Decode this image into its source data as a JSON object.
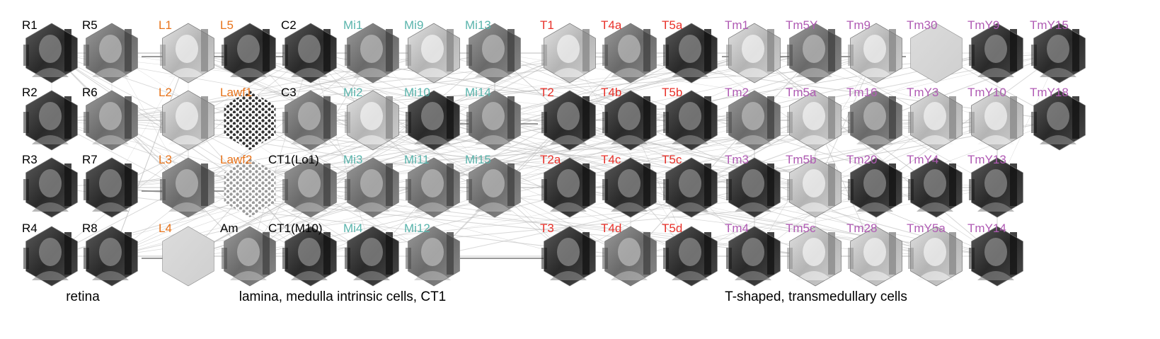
{
  "colors": {
    "retina": "#000000",
    "lamina": "#e8731a",
    "medulla_intrinsic": "#5ab4ac",
    "t_shaped": "#e8312a",
    "transmedullary": "#b05bb4",
    "other": "#000000",
    "edge": "#b8b8b8"
  },
  "groups": {
    "retina": "retina",
    "lamina_medulla": "lamina, medulla intrinsic cells, CT1",
    "t_transmedullary": "T-shaped, transmedullary cells"
  },
  "cells": [
    {
      "name": "R1",
      "cls": "retina",
      "tone": "dark",
      "col": 0,
      "row": 0
    },
    {
      "name": "R2",
      "cls": "retina",
      "tone": "dark",
      "col": 0,
      "row": 1
    },
    {
      "name": "R3",
      "cls": "retina",
      "tone": "dark",
      "col": 0,
      "row": 2
    },
    {
      "name": "R4",
      "cls": "retina",
      "tone": "dark",
      "col": 0,
      "row": 3
    },
    {
      "name": "R5",
      "cls": "retina",
      "tone": "mid",
      "col": 1,
      "row": 0
    },
    {
      "name": "R6",
      "cls": "retina",
      "tone": "mid",
      "col": 1,
      "row": 1
    },
    {
      "name": "R7",
      "cls": "retina",
      "tone": "dark",
      "col": 1,
      "row": 2
    },
    {
      "name": "R8",
      "cls": "retina",
      "tone": "dark",
      "col": 1,
      "row": 3
    },
    {
      "name": "L1",
      "cls": "lamina",
      "tone": "light",
      "col": 2,
      "row": 0
    },
    {
      "name": "L2",
      "cls": "lamina",
      "tone": "light",
      "col": 2,
      "row": 1
    },
    {
      "name": "L3",
      "cls": "lamina",
      "tone": "mid",
      "col": 2,
      "row": 2
    },
    {
      "name": "L4",
      "cls": "lamina",
      "tone": "blank",
      "col": 2,
      "row": 3
    },
    {
      "name": "L5",
      "cls": "lamina",
      "tone": "dark",
      "col": 3,
      "row": 0
    },
    {
      "name": "Lawf1",
      "cls": "lamina",
      "tone": "dots",
      "col": 3,
      "row": 1
    },
    {
      "name": "Lawf2",
      "cls": "lamina",
      "tone": "dots",
      "col": 3,
      "row": 2
    },
    {
      "name": "Am",
      "cls": "other",
      "tone": "mid",
      "col": 3,
      "row": 3
    },
    {
      "name": "C2",
      "cls": "other",
      "tone": "dark",
      "col": 4,
      "row": 0
    },
    {
      "name": "C3",
      "cls": "other",
      "tone": "mid",
      "col": 4,
      "row": 1
    },
    {
      "name": "CT1(Lo1)",
      "cls": "other",
      "tone": "mid",
      "col": 4,
      "row": 2
    },
    {
      "name": "CT1(M10)",
      "cls": "other",
      "tone": "dark",
      "col": 4,
      "row": 3
    },
    {
      "name": "Mi1",
      "cls": "medulla_intrinsic",
      "tone": "mid",
      "col": 5,
      "row": 0
    },
    {
      "name": "Mi2",
      "cls": "medulla_intrinsic",
      "tone": "light",
      "col": 5,
      "row": 1
    },
    {
      "name": "Mi3",
      "cls": "medulla_intrinsic",
      "tone": "mid",
      "col": 5,
      "row": 2
    },
    {
      "name": "Mi4",
      "cls": "medulla_intrinsic",
      "tone": "dark",
      "col": 5,
      "row": 3
    },
    {
      "name": "Mi9",
      "cls": "medulla_intrinsic",
      "tone": "light",
      "col": 6,
      "row": 0
    },
    {
      "name": "Mi10",
      "cls": "medulla_intrinsic",
      "tone": "dark",
      "col": 6,
      "row": 1
    },
    {
      "name": "Mi11",
      "cls": "medulla_intrinsic",
      "tone": "mid",
      "col": 6,
      "row": 2
    },
    {
      "name": "Mi12",
      "cls": "medulla_intrinsic",
      "tone": "mid",
      "col": 6,
      "row": 3
    },
    {
      "name": "Mi13",
      "cls": "medulla_intrinsic",
      "tone": "mid",
      "col": 7,
      "row": 0
    },
    {
      "name": "Mi14",
      "cls": "medulla_intrinsic",
      "tone": "mid",
      "col": 7,
      "row": 1
    },
    {
      "name": "Mi15",
      "cls": "medulla_intrinsic",
      "tone": "mid",
      "col": 7,
      "row": 2
    },
    {
      "name": "T1",
      "cls": "t_shaped",
      "tone": "light",
      "col": 8,
      "row": 0
    },
    {
      "name": "T2",
      "cls": "t_shaped",
      "tone": "dark",
      "col": 8,
      "row": 1
    },
    {
      "name": "T2a",
      "cls": "t_shaped",
      "tone": "dark",
      "col": 8,
      "row": 2
    },
    {
      "name": "T3",
      "cls": "t_shaped",
      "tone": "dark",
      "col": 8,
      "row": 3
    },
    {
      "name": "T4a",
      "cls": "t_shaped",
      "tone": "mid",
      "col": 9,
      "row": 0
    },
    {
      "name": "T4b",
      "cls": "t_shaped",
      "tone": "dark",
      "col": 9,
      "row": 1
    },
    {
      "name": "T4c",
      "cls": "t_shaped",
      "tone": "dark",
      "col": 9,
      "row": 2
    },
    {
      "name": "T4d",
      "cls": "t_shaped",
      "tone": "mid",
      "col": 9,
      "row": 3
    },
    {
      "name": "T5a",
      "cls": "t_shaped",
      "tone": "dark",
      "col": 10,
      "row": 0
    },
    {
      "name": "T5b",
      "cls": "t_shaped",
      "tone": "dark",
      "col": 10,
      "row": 1
    },
    {
      "name": "T5c",
      "cls": "t_shaped",
      "tone": "dark",
      "col": 10,
      "row": 2
    },
    {
      "name": "T5d",
      "cls": "t_shaped",
      "tone": "dark",
      "col": 10,
      "row": 3
    },
    {
      "name": "Tm1",
      "cls": "transmedullary",
      "tone": "light",
      "col": 11,
      "row": 0
    },
    {
      "name": "Tm2",
      "cls": "transmedullary",
      "tone": "mid",
      "col": 11,
      "row": 1
    },
    {
      "name": "Tm3",
      "cls": "transmedullary",
      "tone": "dark",
      "col": 11,
      "row": 2
    },
    {
      "name": "Tm4",
      "cls": "transmedullary",
      "tone": "dark",
      "col": 11,
      "row": 3
    },
    {
      "name": "Tm5Y",
      "cls": "transmedullary",
      "tone": "mid",
      "col": 12,
      "row": 0
    },
    {
      "name": "Tm5a",
      "cls": "transmedullary",
      "tone": "light",
      "col": 12,
      "row": 1
    },
    {
      "name": "Tm5b",
      "cls": "transmedullary",
      "tone": "light",
      "col": 12,
      "row": 2
    },
    {
      "name": "Tm5c",
      "cls": "transmedullary",
      "tone": "light",
      "col": 12,
      "row": 3
    },
    {
      "name": "Tm9",
      "cls": "transmedullary",
      "tone": "light",
      "col": 13,
      "row": 0
    },
    {
      "name": "Tm16",
      "cls": "transmedullary",
      "tone": "mid",
      "col": 13,
      "row": 1
    },
    {
      "name": "Tm20",
      "cls": "transmedullary",
      "tone": "dark",
      "col": 13,
      "row": 2
    },
    {
      "name": "Tm28",
      "cls": "transmedullary",
      "tone": "light",
      "col": 13,
      "row": 3
    },
    {
      "name": "Tm30",
      "cls": "transmedullary",
      "tone": "blank",
      "col": 14,
      "row": 0
    },
    {
      "name": "TmY3",
      "cls": "transmedullary",
      "tone": "light",
      "col": 14,
      "row": 1
    },
    {
      "name": "TmY4",
      "cls": "transmedullary",
      "tone": "dark",
      "col": 14,
      "row": 2
    },
    {
      "name": "TmY5a",
      "cls": "transmedullary",
      "tone": "light",
      "col": 14,
      "row": 3
    },
    {
      "name": "TmY9",
      "cls": "transmedullary",
      "tone": "dark",
      "col": 15,
      "row": 0
    },
    {
      "name": "TmY10",
      "cls": "transmedullary",
      "tone": "light",
      "col": 15,
      "row": 1
    },
    {
      "name": "TmY13",
      "cls": "transmedullary",
      "tone": "dark",
      "col": 15,
      "row": 2
    },
    {
      "name": "TmY14",
      "cls": "transmedullary",
      "tone": "dark",
      "col": 15,
      "row": 3
    },
    {
      "name": "TmY15",
      "cls": "transmedullary",
      "tone": "dark",
      "col": 16,
      "row": 0
    },
    {
      "name": "TmY18",
      "cls": "transmedullary",
      "tone": "dark",
      "col": 16,
      "row": 1
    }
  ]
}
